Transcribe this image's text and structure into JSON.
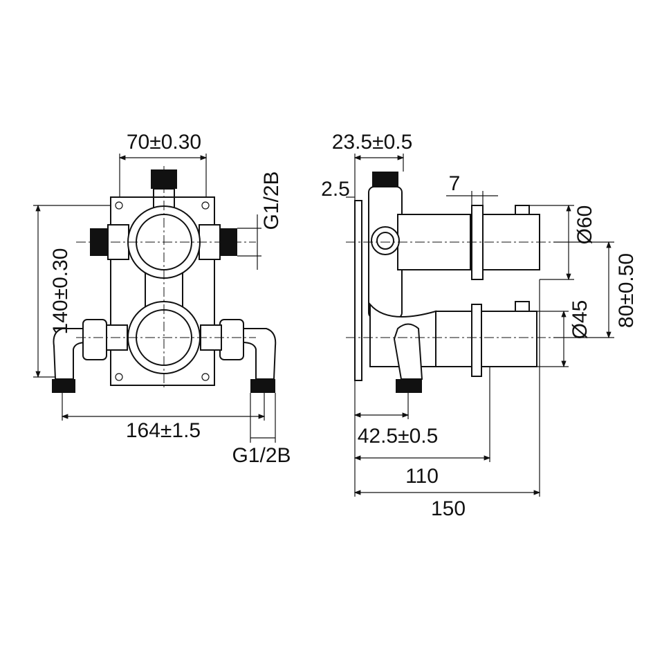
{
  "front_view": {
    "width_top": "70±0.30",
    "height": "140±0.30",
    "width_bottom": "164±1.5",
    "thread_side": "G1/2B",
    "thread_bottom": "G1/2B"
  },
  "side_view": {
    "depth_top": "23.5±0.5",
    "plate": "2.5",
    "gap": "7",
    "dia_large": "Ø60",
    "center_distance": "80±0.50",
    "dia_small": "Ø45",
    "depth_min": "42.5±0.5",
    "depth_mid": "110",
    "depth_max": "150"
  },
  "colors": {
    "line": "#111111",
    "background": "#ffffff"
  }
}
